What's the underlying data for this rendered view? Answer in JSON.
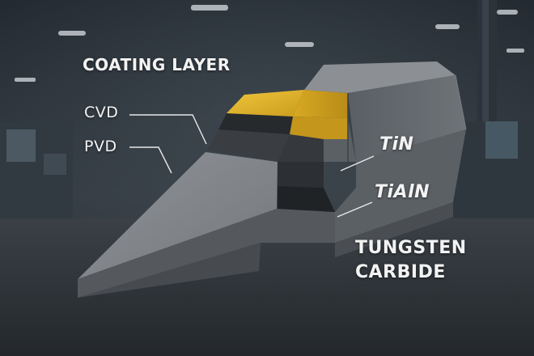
{
  "labels": {
    "title": "COATING LAYER",
    "cvd": "CVD",
    "pvd": "PVD",
    "tin": "TiN",
    "tialn": "TiAlN",
    "substrate_line1": "TUNGSTEN",
    "substrate_line2": "CARBIDE"
  },
  "colors": {
    "background": "#2b3137",
    "tool_body": "#6c7176",
    "tool_top": "#8a8e92",
    "coating_gold": "#d8ad26",
    "coating_dark": "#2e3135",
    "text": "#f3f3f3"
  }
}
